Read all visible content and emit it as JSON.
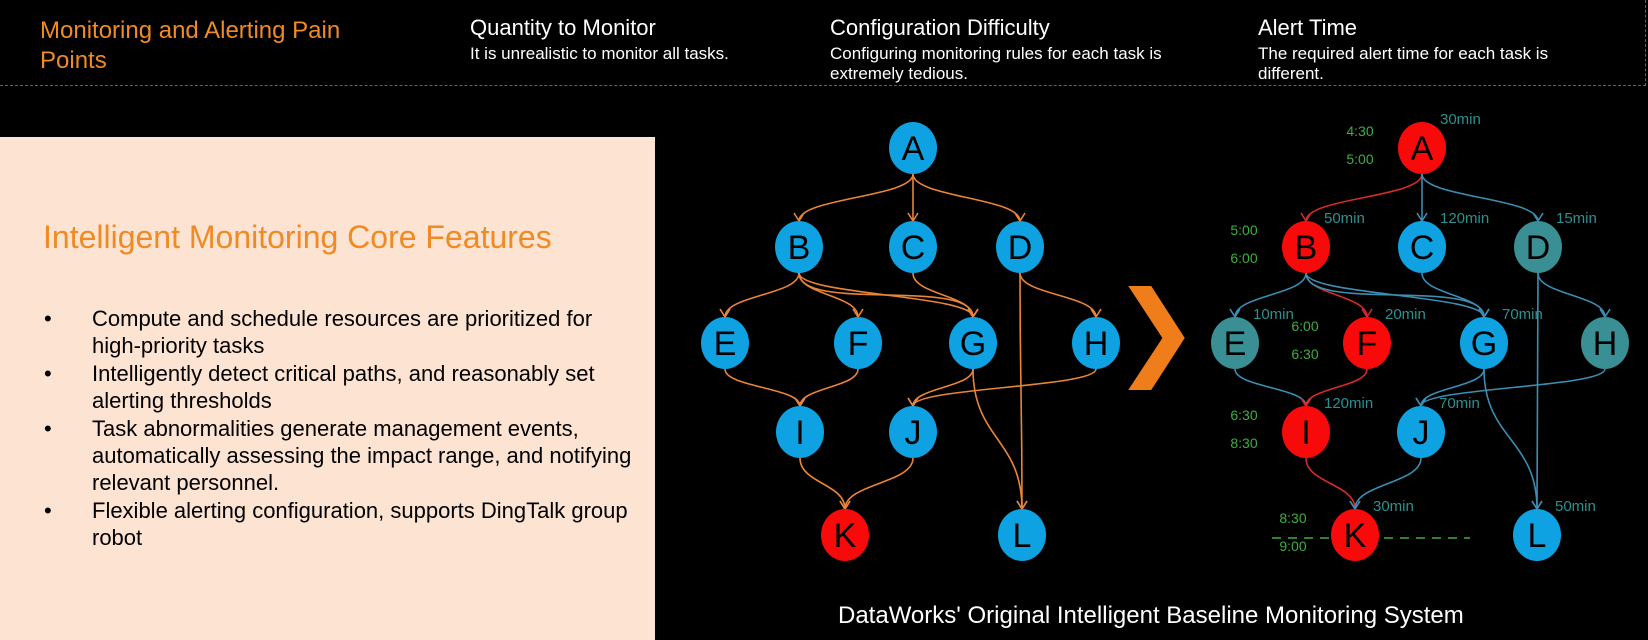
{
  "pain_points": {
    "title": "Monitoring and Alerting Pain Points",
    "items": [
      {
        "heading": "Quantity to Monitor",
        "text": "It is unrealistic to monitor all tasks."
      },
      {
        "heading": "Configuration Difficulty",
        "text": "Configuring monitoring rules for each task is extremely tedious."
      },
      {
        "heading": "Alert Time",
        "text": "The required alert time for each task is different."
      }
    ]
  },
  "features": {
    "title": "Intelligent Monitoring Core Features",
    "bullet": "•",
    "items": [
      "Compute and schedule resources are prioritized for high-priority tasks",
      "Intelligently detect critical paths, and reasonably set alerting thresholds",
      "Task abnormalities generate management events, automatically assessing the impact range, and notifying relevant personnel.",
      "Flexible alerting configuration, supports DingTalk group robot"
    ]
  },
  "caption": "DataWorks' Original Intelligent Baseline Monitoring System",
  "arrow_glyph": "❯",
  "colors": {
    "accent": "#f08a24",
    "node_blue": "#0ea2e2",
    "node_red": "#f80a0a",
    "node_teal": "#3a8f94",
    "edge_left": "#e8853a",
    "edge_right": "#3d8db3",
    "edge_critical": "#d42a2a",
    "time_green": "#3fae3f",
    "duration_text": "#2f8f8f"
  },
  "left_dag": {
    "nodes": [
      {
        "id": "A",
        "color": "blue"
      },
      {
        "id": "B",
        "color": "blue"
      },
      {
        "id": "C",
        "color": "blue"
      },
      {
        "id": "D",
        "color": "blue"
      },
      {
        "id": "E",
        "color": "blue"
      },
      {
        "id": "F",
        "color": "blue"
      },
      {
        "id": "G",
        "color": "blue"
      },
      {
        "id": "H",
        "color": "blue"
      },
      {
        "id": "I",
        "color": "blue"
      },
      {
        "id": "J",
        "color": "blue"
      },
      {
        "id": "K",
        "color": "red"
      },
      {
        "id": "L",
        "color": "blue"
      }
    ]
  },
  "right_dag": {
    "nodes": [
      {
        "id": "A",
        "color": "red",
        "duration": "30min",
        "times": [
          "4:30",
          "5:00"
        ]
      },
      {
        "id": "B",
        "color": "red",
        "duration": "50min",
        "times": [
          "5:00",
          "6:00"
        ]
      },
      {
        "id": "C",
        "color": "blue",
        "duration": "120min",
        "times": []
      },
      {
        "id": "D",
        "color": "teal",
        "duration": "15min",
        "times": []
      },
      {
        "id": "E",
        "color": "teal",
        "duration": "10min",
        "times": []
      },
      {
        "id": "F",
        "color": "red",
        "duration": "20min",
        "times": [
          "6:00",
          "6:30"
        ]
      },
      {
        "id": "G",
        "color": "blue",
        "duration": "70min",
        "times": []
      },
      {
        "id": "H",
        "color": "teal",
        "duration": "",
        "times": []
      },
      {
        "id": "I",
        "color": "red",
        "duration": "120min",
        "times": [
          "6:30",
          "8:30"
        ]
      },
      {
        "id": "J",
        "color": "blue",
        "duration": "70min",
        "times": []
      },
      {
        "id": "K",
        "color": "red",
        "duration": "30min",
        "times": [
          "8:30",
          "9:00"
        ]
      },
      {
        "id": "L",
        "color": "blue",
        "duration": "50min",
        "times": []
      }
    ]
  }
}
